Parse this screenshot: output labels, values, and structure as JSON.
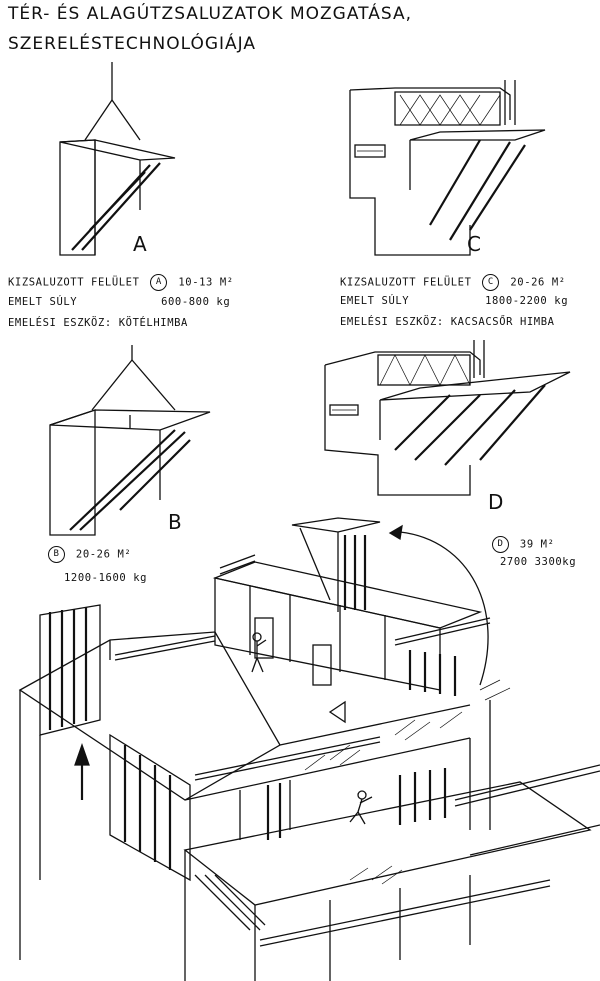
{
  "title": {
    "line1": "TÉR- ÉS ALAGÚTZSALUZATOK MOZGATÁSA,",
    "line2": "SZERELÉSTECHNOLÓGIÁJA"
  },
  "figures": {
    "a": {
      "tag": "A"
    },
    "b": {
      "tag": "B"
    },
    "c": {
      "tag": "C"
    },
    "d": {
      "tag": "D"
    }
  },
  "specs_a": {
    "surface_label": "KIZSALUZOTT FELÜLET",
    "circle": "A",
    "surface_value": "10-13 M²",
    "weight_label": "EMELT SÚLY",
    "weight_value": "600-800 kg",
    "tool_label": "EMELÉSI ESZKÖZ:",
    "tool_value": "KÖTÉLHIMBA"
  },
  "specs_c": {
    "surface_label": "KIZSALUZOTT FELÜLET",
    "circle": "C",
    "surface_value": "20-26 M²",
    "weight_label": "EMELT SÚLY",
    "weight_value": "1800-2200 kg",
    "tool_label": "EMELÉSI ESZKÖZ:",
    "tool_value": "KACSACSŐR HIMBA"
  },
  "specs_b": {
    "circle": "B",
    "surface_value": "20-26 M²",
    "weight_value": "1200-1600 kg"
  },
  "specs_d": {
    "circle": "D",
    "surface_value": "39 M²",
    "weight_value": "2700 3300kg"
  }
}
